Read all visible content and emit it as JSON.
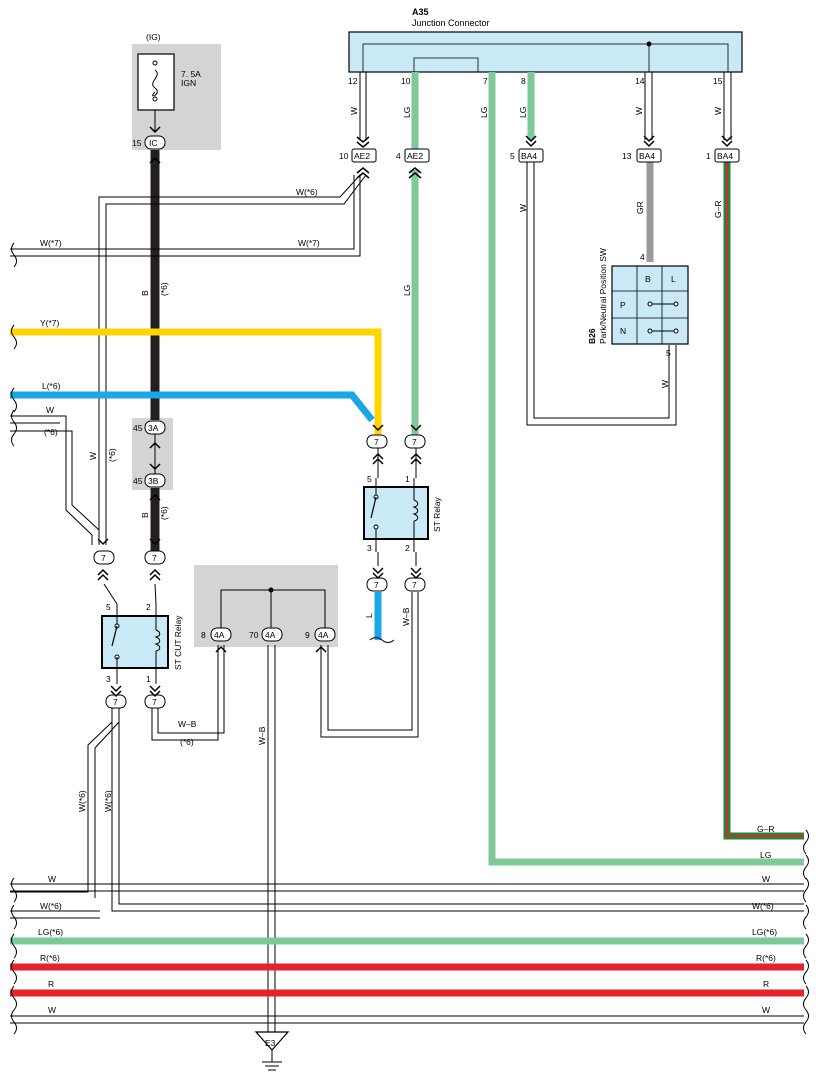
{
  "junction": {
    "code": "A35",
    "name": "Junction Connector",
    "pins": [
      "12",
      "10",
      "7",
      "8",
      "14",
      "15"
    ]
  },
  "fuse": {
    "ig": "(IG)",
    "rating": "7. 5A",
    "name": "IGN",
    "pin": "15",
    "conn": "IC"
  },
  "connectors": {
    "ae2_10": {
      "pin": "10",
      "code": "AE2"
    },
    "ae2_4": {
      "pin": "4",
      "code": "AE2"
    },
    "ba4_5": {
      "pin": "5",
      "code": "BA4"
    },
    "ba4_13": {
      "pin": "13",
      "code": "BA4"
    },
    "ba4_1": {
      "pin": "1",
      "code": "BA4"
    },
    "c3a": {
      "pin": "45",
      "code": "3A"
    },
    "c3b": {
      "pin": "45",
      "code": "3B"
    },
    "c4a_8": {
      "pin": "8",
      "code": "4A"
    },
    "c4a_70": {
      "pin": "70",
      "code": "4A"
    },
    "c4a_9": {
      "pin": "9",
      "code": "4A"
    },
    "seven": "7"
  },
  "pns": {
    "code": "B26",
    "name": "Park/Neutral Position SW",
    "pin_top": "4",
    "pin_bottom": "5",
    "col_b": "B",
    "col_l": "L",
    "row_p": "P",
    "row_n": "N"
  },
  "st_relay": {
    "name": "ST Relay",
    "p5": "5",
    "p1": "1",
    "p3": "3",
    "p2": "2"
  },
  "st_cut_relay": {
    "name": "ST CUT Relay",
    "p5": "5",
    "p2": "2",
    "p3": "3",
    "p1": "1"
  },
  "ground": "E3",
  "wire_labels": {
    "w": "W",
    "lg": "LG",
    "gr": "GR",
    "g_r": "G–R",
    "b": "B",
    "b6": "(*6)",
    "w6": "W(*6)",
    "w7": "W(*7)",
    "y7": "Y(*7)",
    "l6": "L(*6)",
    "star6": "(*6)",
    "l": "L",
    "wb": "W–B",
    "r": "R",
    "r6": "R(*6)",
    "lg6": "LG(*6)"
  },
  "colors": {
    "green": "#7ec89a",
    "yellow": "#ffd400",
    "blue": "#1aa7e6",
    "red": "#e8222b",
    "grey": "#9a9a9a",
    "black": "#231f20",
    "panel": "#d4d4d4",
    "junction": "#c9e9f7",
    "grn_dark": "#1a8a3a"
  }
}
